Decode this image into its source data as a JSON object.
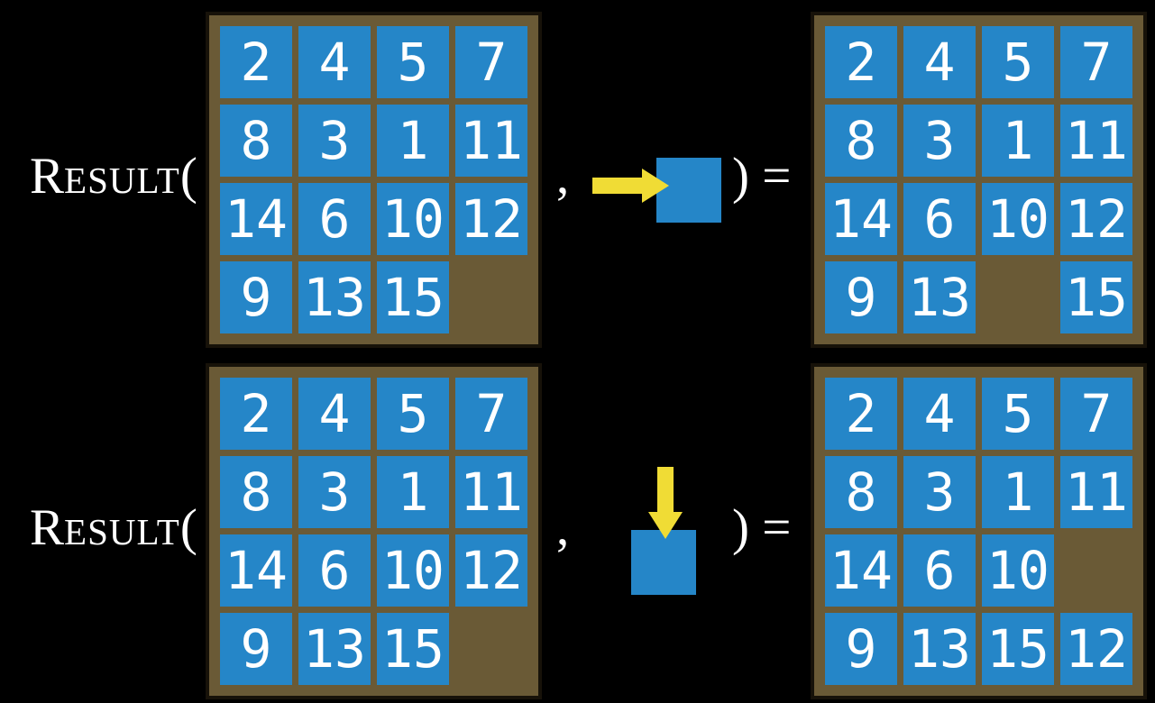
{
  "figure": {
    "title_semantics": "sliding-puzzle RESULT function examples",
    "formula": {
      "initial": "R",
      "rest": "ESULT",
      "open_paren": "(",
      "comma": ",",
      "close": ") ="
    },
    "colors": {
      "background": "#000000",
      "tile_blue": "#2586c8",
      "board_brown": "#6a5a36",
      "board_border": "#171209",
      "arrow_yellow": "#f0dc35",
      "text_white": "#ffffff"
    },
    "rows": [
      {
        "action": "right",
        "arrow_icon": "arrow-right-icon",
        "input_grid": [
          [
            2,
            4,
            5,
            7
          ],
          [
            8,
            3,
            1,
            11
          ],
          [
            14,
            6,
            10,
            12
          ],
          [
            9,
            13,
            15,
            null
          ]
        ],
        "result_grid": [
          [
            2,
            4,
            5,
            7
          ],
          [
            8,
            3,
            1,
            11
          ],
          [
            14,
            6,
            10,
            12
          ],
          [
            9,
            13,
            null,
            15
          ]
        ]
      },
      {
        "action": "down",
        "arrow_icon": "arrow-down-icon",
        "input_grid": [
          [
            2,
            4,
            5,
            7
          ],
          [
            8,
            3,
            1,
            11
          ],
          [
            14,
            6,
            10,
            12
          ],
          [
            9,
            13,
            15,
            null
          ]
        ],
        "result_grid": [
          [
            2,
            4,
            5,
            7
          ],
          [
            8,
            3,
            1,
            11
          ],
          [
            14,
            6,
            10,
            null
          ],
          [
            9,
            13,
            15,
            12
          ]
        ]
      }
    ]
  }
}
